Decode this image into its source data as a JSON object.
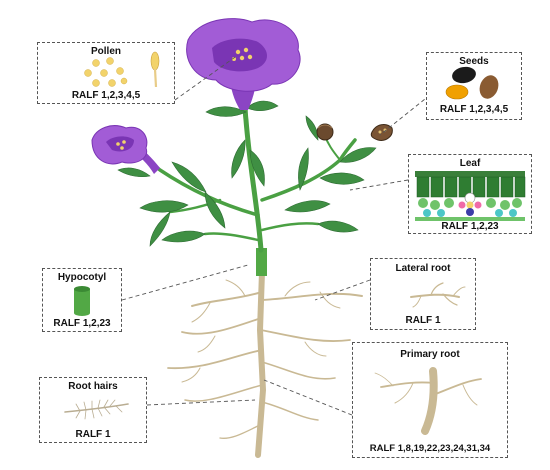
{
  "colors": {
    "petal": "#a25cd6",
    "petal_dark": "#7a35b4",
    "stem": "#4aa043",
    "leaf": "#3f8f43",
    "root": "#c9b994",
    "pollen": "#f2d36b",
    "hypocotyl": "#52a845"
  },
  "panels": {
    "pollen": {
      "title": "Pollen",
      "label": "RALF 1,2,3,4,5",
      "icon": "pollen-grains-icon"
    },
    "seeds": {
      "title": "Seeds",
      "label": "RALF 1,2,3,4,5",
      "icon": "seeds-icon"
    },
    "leaf": {
      "title": "Leaf",
      "label": "RALF 1,2,23",
      "icon": "leaf-cross-section-icon"
    },
    "hypocotyl": {
      "title": "Hypocotyl",
      "label": "RALF 1,2,23",
      "icon": "hypocotyl-cylinder-icon"
    },
    "lateral_root": {
      "title": "Lateral root",
      "label": "RALF 1",
      "icon": "lateral-root-icon"
    },
    "root_hairs": {
      "title": "Root hairs",
      "label": "RALF 1",
      "icon": "root-hairs-icon"
    },
    "primary_root": {
      "title": "Primary root",
      "label": "RALF 1,8,19,22,23,24,31,34",
      "icon": "primary-root-icon"
    }
  }
}
